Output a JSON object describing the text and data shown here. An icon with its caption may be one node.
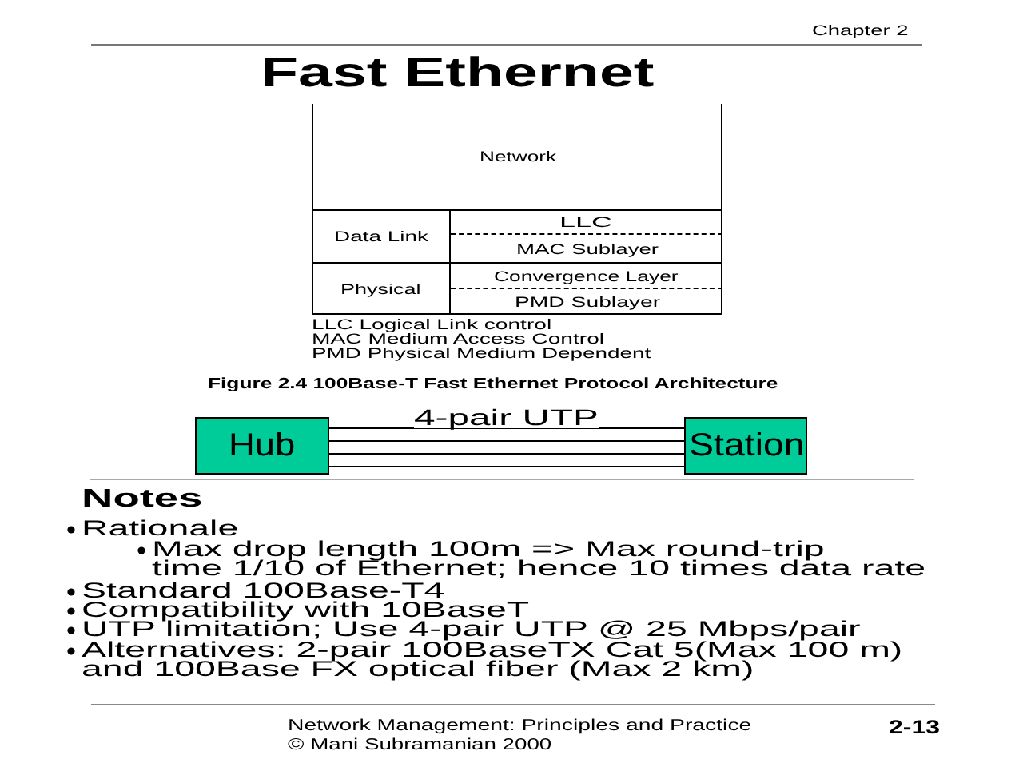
{
  "diagram": {
    "title": "Fast Ethernet",
    "caption": "Figure 2.4 100Base-T Fast Ethernet Protocol Architecture",
    "nodes": [
      {
        "text": [
          "Network"
        ]
      },
      {
        "text": [
          "Data Link"
        ]
      },
      {
        "text": [
          "LLC"
        ]
      },
      {
        "text": [
          "MAC Sublayer"
        ]
      },
      {
        "text": [
          "Physical"
        ]
      },
      {
        "text": [
          "Convergence Layer"
        ]
      },
      {
        "text": [
          "PMD Sublayer"
        ]
      },
      {
        "text": [
          "Hub"
        ]
      },
      {
        "text": [
          "Station"
        ]
      }
    ],
    "edges": [
      {
        "from": 7,
        "to": 8,
        "arrow": "none",
        "label": "4-pair UTP"
      },
      {
        "from": 7,
        "to": 8,
        "arrow": "none"
      },
      {
        "from": 7,
        "to": 8,
        "arrow": "none"
      },
      {
        "from": 7,
        "to": 8,
        "arrow": "none"
      }
    ],
    "labels": [
      "Chapter 2",
      "LLC Logical Link control",
      "MAC Medium Access Control",
      "PMD Physical Medium Dependent",
      "Notes",
      "Rationale",
      "Max drop length 100m => Max round-trip time 1/10 of Ethernet; hence 10 times data rate",
      "Standard 100Base-T4",
      "Compatibility with 10BaseT",
      "UTP limitation; Use 4-pair UTP @ 25 Mbps/pair",
      "Alternatives: 2-pair 100BaseTX Cat 5(Max 100 m) and 100Base FX optical fiber (Max 2 km)",
      "Network Management: Principles and Practice",
      "© Mani Subramanian 2000",
      "2-13"
    ]
  }
}
